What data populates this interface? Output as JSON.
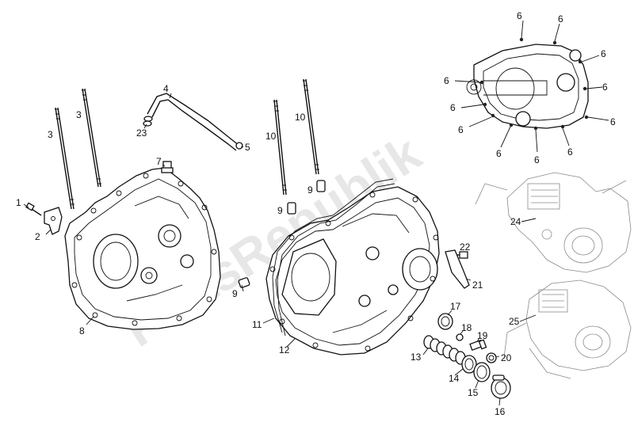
{
  "watermark": "PartsRepublik",
  "callouts": [
    {
      "label": "1",
      "part": "screw"
    },
    {
      "label": "2",
      "part": "bracket"
    },
    {
      "label": "3",
      "part": "stud-left-outer"
    },
    {
      "label": "3",
      "part": "stud-left-inner"
    },
    {
      "label": "4",
      "part": "breather-hose"
    },
    {
      "label": "5",
      "part": "hose-clamp"
    },
    {
      "label": "23",
      "part": "hose-clamp"
    },
    {
      "label": "7",
      "part": "plug"
    },
    {
      "label": "8",
      "part": "left-crankcase"
    },
    {
      "label": "10",
      "part": "stud-right-outer"
    },
    {
      "label": "10",
      "part": "stud-right-inner"
    },
    {
      "label": "9",
      "part": "dowel"
    },
    {
      "label": "9",
      "part": "dowel"
    },
    {
      "label": "9",
      "part": "dowel"
    },
    {
      "label": "11",
      "part": "gasket"
    },
    {
      "label": "12",
      "part": "right-crankcase"
    },
    {
      "label": "22",
      "part": "screw"
    },
    {
      "label": "21",
      "part": "plate"
    },
    {
      "label": "17",
      "part": "oil-seal"
    },
    {
      "label": "18",
      "part": "ball"
    },
    {
      "label": "19",
      "part": "screw"
    },
    {
      "label": "13",
      "part": "spring"
    },
    {
      "label": "20",
      "part": "o-ring"
    },
    {
      "label": "14",
      "part": "o-ring"
    },
    {
      "label": "15",
      "part": "seal"
    },
    {
      "label": "16",
      "part": "cap"
    },
    {
      "label": "6",
      "part": "cover-bolt"
    },
    {
      "label": "6",
      "part": "cover-bolt"
    },
    {
      "label": "6",
      "part": "cover-bolt"
    },
    {
      "label": "6",
      "part": "cover-bolt"
    },
    {
      "label": "6",
      "part": "cover-bolt"
    },
    {
      "label": "6",
      "part": "cover-bolt"
    },
    {
      "label": "6",
      "part": "cover-bolt"
    },
    {
      "label": "6",
      "part": "cover-bolt"
    },
    {
      "label": "6",
      "part": "cover-bolt"
    },
    {
      "label": "6",
      "part": "cover-bolt"
    },
    {
      "label": "6",
      "part": "cover-bolt"
    },
    {
      "label": "24",
      "part": "engine-reference-upper"
    },
    {
      "label": "25",
      "part": "engine-reference-lower"
    }
  ]
}
